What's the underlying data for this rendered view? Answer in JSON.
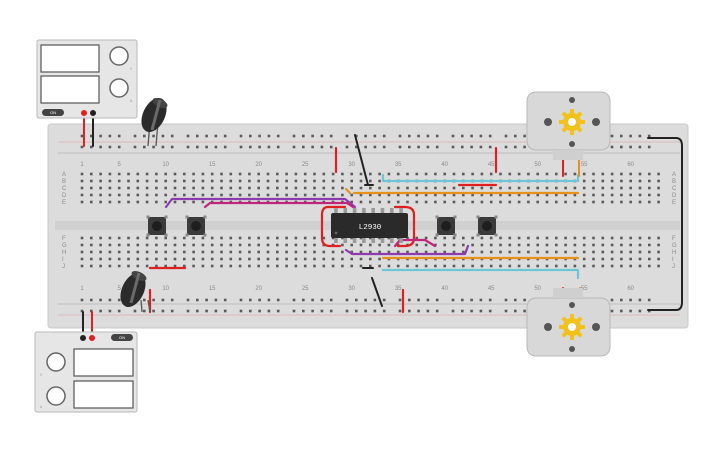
{
  "breadboard": {
    "column_numbers": [
      "1",
      "5",
      "10",
      "15",
      "20",
      "25",
      "30",
      "35",
      "40",
      "45",
      "50",
      "55",
      "60"
    ],
    "row_letters_top": [
      "A",
      "B",
      "C",
      "D",
      "E"
    ],
    "row_letters_bottom": [
      "F",
      "G",
      "H",
      "I",
      "J"
    ]
  },
  "ic": {
    "label": "L2930"
  },
  "power_supply_top": {
    "buttons": [
      "ON",
      "V",
      "A"
    ]
  },
  "power_supply_bottom": {
    "buttons": [
      "ON",
      "V",
      "A"
    ]
  },
  "colors": {
    "board": "#dcdcdc",
    "wire_red": "#e02020",
    "wire_purple": "#8e3bb0",
    "wire_magenta": "#c0267a",
    "wire_orange": "#e8901c",
    "wire_cyan": "#6cc6d8",
    "motor_body": "#d8d8d8",
    "motor_gear": "#f2c21b"
  },
  "components": [
    {
      "name": "power-supply-top",
      "icon": "power-supply-icon"
    },
    {
      "name": "power-supply-bottom",
      "icon": "power-supply-icon"
    },
    {
      "name": "capacitor-top",
      "icon": "capacitor-icon"
    },
    {
      "name": "capacitor-bottom",
      "icon": "capacitor-icon"
    },
    {
      "name": "dc-motor-top",
      "icon": "motor-icon"
    },
    {
      "name": "dc-motor-bottom",
      "icon": "motor-icon"
    },
    {
      "name": "pushbutton-1",
      "icon": "pushbutton-icon"
    },
    {
      "name": "pushbutton-2",
      "icon": "pushbutton-icon"
    },
    {
      "name": "pushbutton-3",
      "icon": "pushbutton-icon"
    },
    {
      "name": "pushbutton-4",
      "icon": "pushbutton-icon"
    }
  ]
}
